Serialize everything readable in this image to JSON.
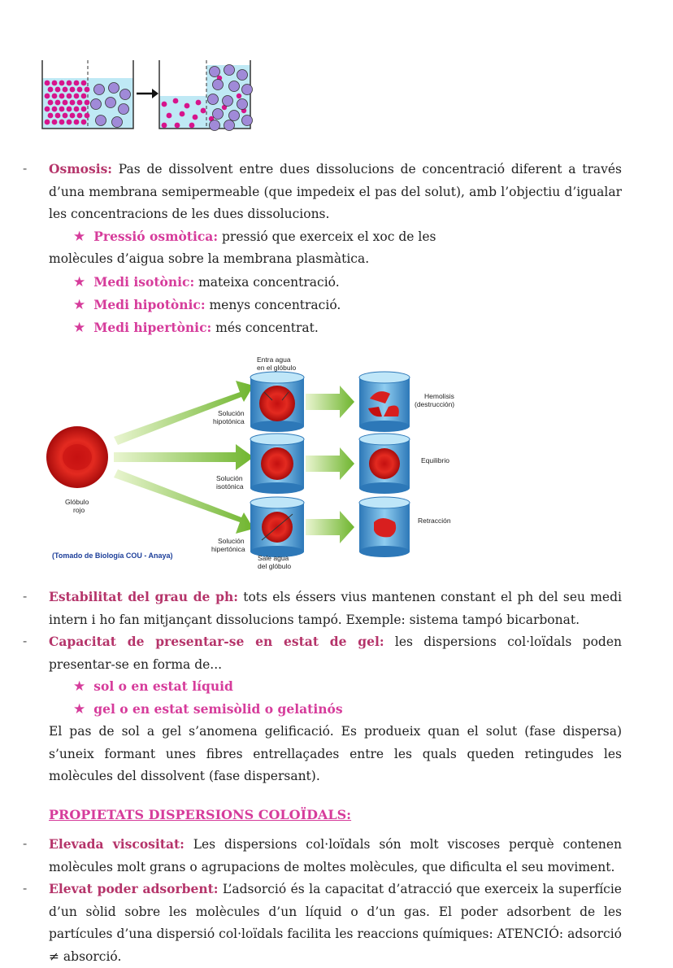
{
  "osmosis": {
    "term": "Osmosis:",
    "text": " Pas de dissolvent entre dues dissolucions de concentració diferent a través d’una membrana semipermeable (que impedeix el pas del solut), amb l’objectiu d’igualar les concentracions de les dues dissolucions."
  },
  "pressio": {
    "term": "Pressió osmòtica:",
    "text": " pressió que exerceix el xoc de les",
    "continuation": "molècules d’aigua sobre la membrana plasmàtica."
  },
  "medis": [
    {
      "term": "Medi isotònic:",
      "text": " mateixa concentració."
    },
    {
      "term": "Medi hipotònic:",
      "text": " menys concentració."
    },
    {
      "term": "Medi hipertònic:",
      "text": " més concentrat."
    }
  ],
  "diagram": {
    "entra_1": "Entra agua",
    "entra_2": "en el glóbulo",
    "hipotonica_1": "Solución",
    "hipotonica_2": "hipotónica",
    "isotonica_1": "Solución",
    "isotonica_2": "isotónica",
    "hipertonica_1": "Solución",
    "hipertonica_2": "hipertónica",
    "globulo_1": "Glóbulo",
    "globulo_2": "rojo",
    "hemolisis_1": "Hemolisis",
    "hemolisis_2": "(destrucción)",
    "equilibrio": "Equilibrio",
    "retraccion": "Retracción",
    "sale_1": "Sale agua",
    "sale_2": "del glóbulo",
    "source": "(Tomado de Biología COU -  Anaya)"
  },
  "estabilitat": {
    "term": "Estabilitat del grau de ph:",
    "text": " tots els éssers vius mantenen constant el ph del seu medi intern i ho fan mitjançant dissolucions tampó. Exemple: sistema tampó bicarbonat."
  },
  "capacitat": {
    "term": "Capacitat de presentar-se en estat de gel:",
    "text": " les dispersions col·loïdals poden presentar-se en forma de..."
  },
  "estats": [
    "sol o en estat líquid",
    "gel o en estat semisòlid o gelatinós"
  ],
  "gelificacio": "El pas de sol a gel s’anomena gelificació. Es produeix quan el solut (fase dispersa) s’uneix formant unes fibres entrellaçades entre les quals queden retingudes les molècules del dissolvent (fase dispersant).",
  "heading": "PROPIETATS DISPERSIONS COLOÏDALS:",
  "viscositat": {
    "term": "Elevada viscositat:",
    "text": " Les dispersions col·loïdals són molt viscoses perquè contenen molècules molt grans o agrupacions de moltes molècules, que dificulta el seu moviment."
  },
  "adsorbent": {
    "term": "Elevat poder adsorbent:",
    "text": " L’adsorció és la capacitat d’atracció que exerceix la superfície d’un sòlid sobre les molècules d’un líquid o d’un gas. El poder adsorbent de les partícules d’una dispersió col·loïdals facilita les reaccions químiques: ATENCIÓ: adsorció ≠ absorció."
  },
  "colors": {
    "term": "#b5346a",
    "pink": "#d63c9b",
    "water": "#bfe9f5",
    "green": "#7cc242",
    "blood": "#d81f1f"
  }
}
